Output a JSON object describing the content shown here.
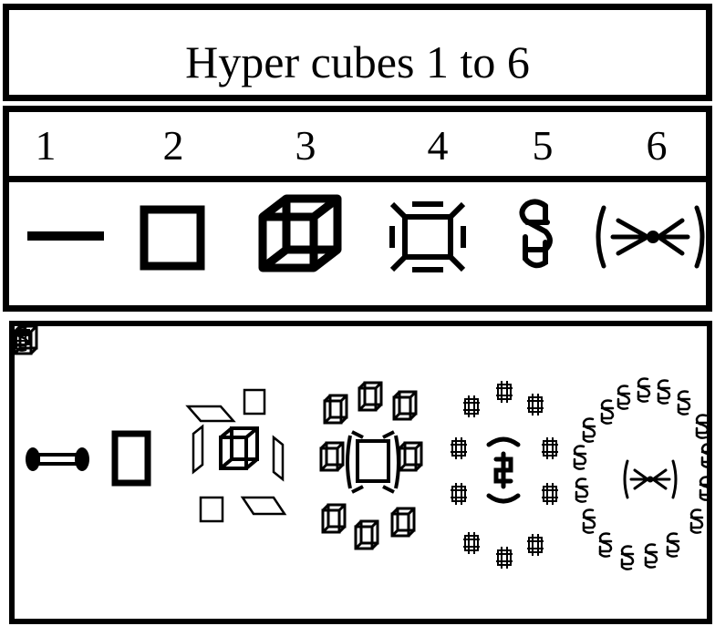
{
  "title": "Hyper cubes 1 to 6",
  "numbers": [
    "1",
    "2",
    "3",
    "4",
    "5",
    "6"
  ],
  "icons": [
    "line-icon",
    "square-icon",
    "cube-icon",
    "tesseract-icon",
    "penteract-glyph-icon",
    "hexeract-glyph-icon"
  ],
  "projections": [
    "dumbbell-icon",
    "rectangle-icon",
    "cube-projection-icon",
    "tesseract-ring-icon",
    "penteract-ring-icon",
    "hexeract-ring-icon"
  ]
}
